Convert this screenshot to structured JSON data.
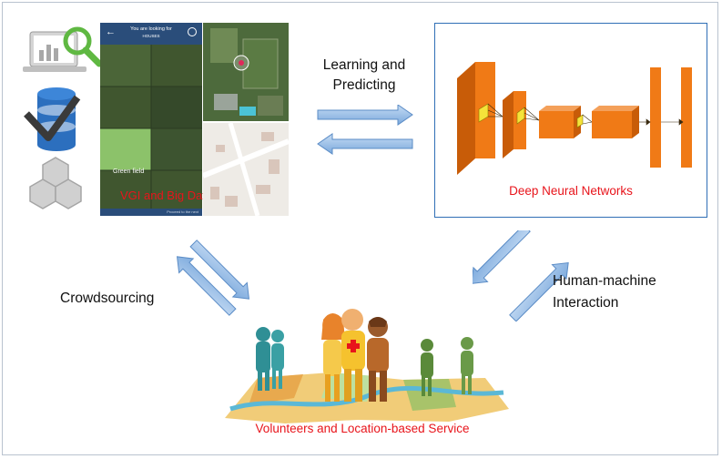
{
  "labels": {
    "learning": "Learning and Predicting",
    "vgi": "VGI and Big Data",
    "dnn": "Deep Neural Networks",
    "crowdsourcing": "Crowdsourcing",
    "hmi_line1": "Human-machine",
    "hmi_line2": "Interaction",
    "volunteers": "Volunteers and Location-based Service"
  },
  "phone_screen": {
    "header_text": "You are looking for",
    "header_sub": "HOUSES",
    "tile_label": "Green field",
    "footer_text": "Proceed to the next"
  },
  "colors": {
    "accent_red": "#e8141b",
    "arrow_blue": "#8db8e8",
    "nn_orange": "#f07a16",
    "nn_orange_side": "#c85c08",
    "dnn_border": "#2f6fb6"
  }
}
